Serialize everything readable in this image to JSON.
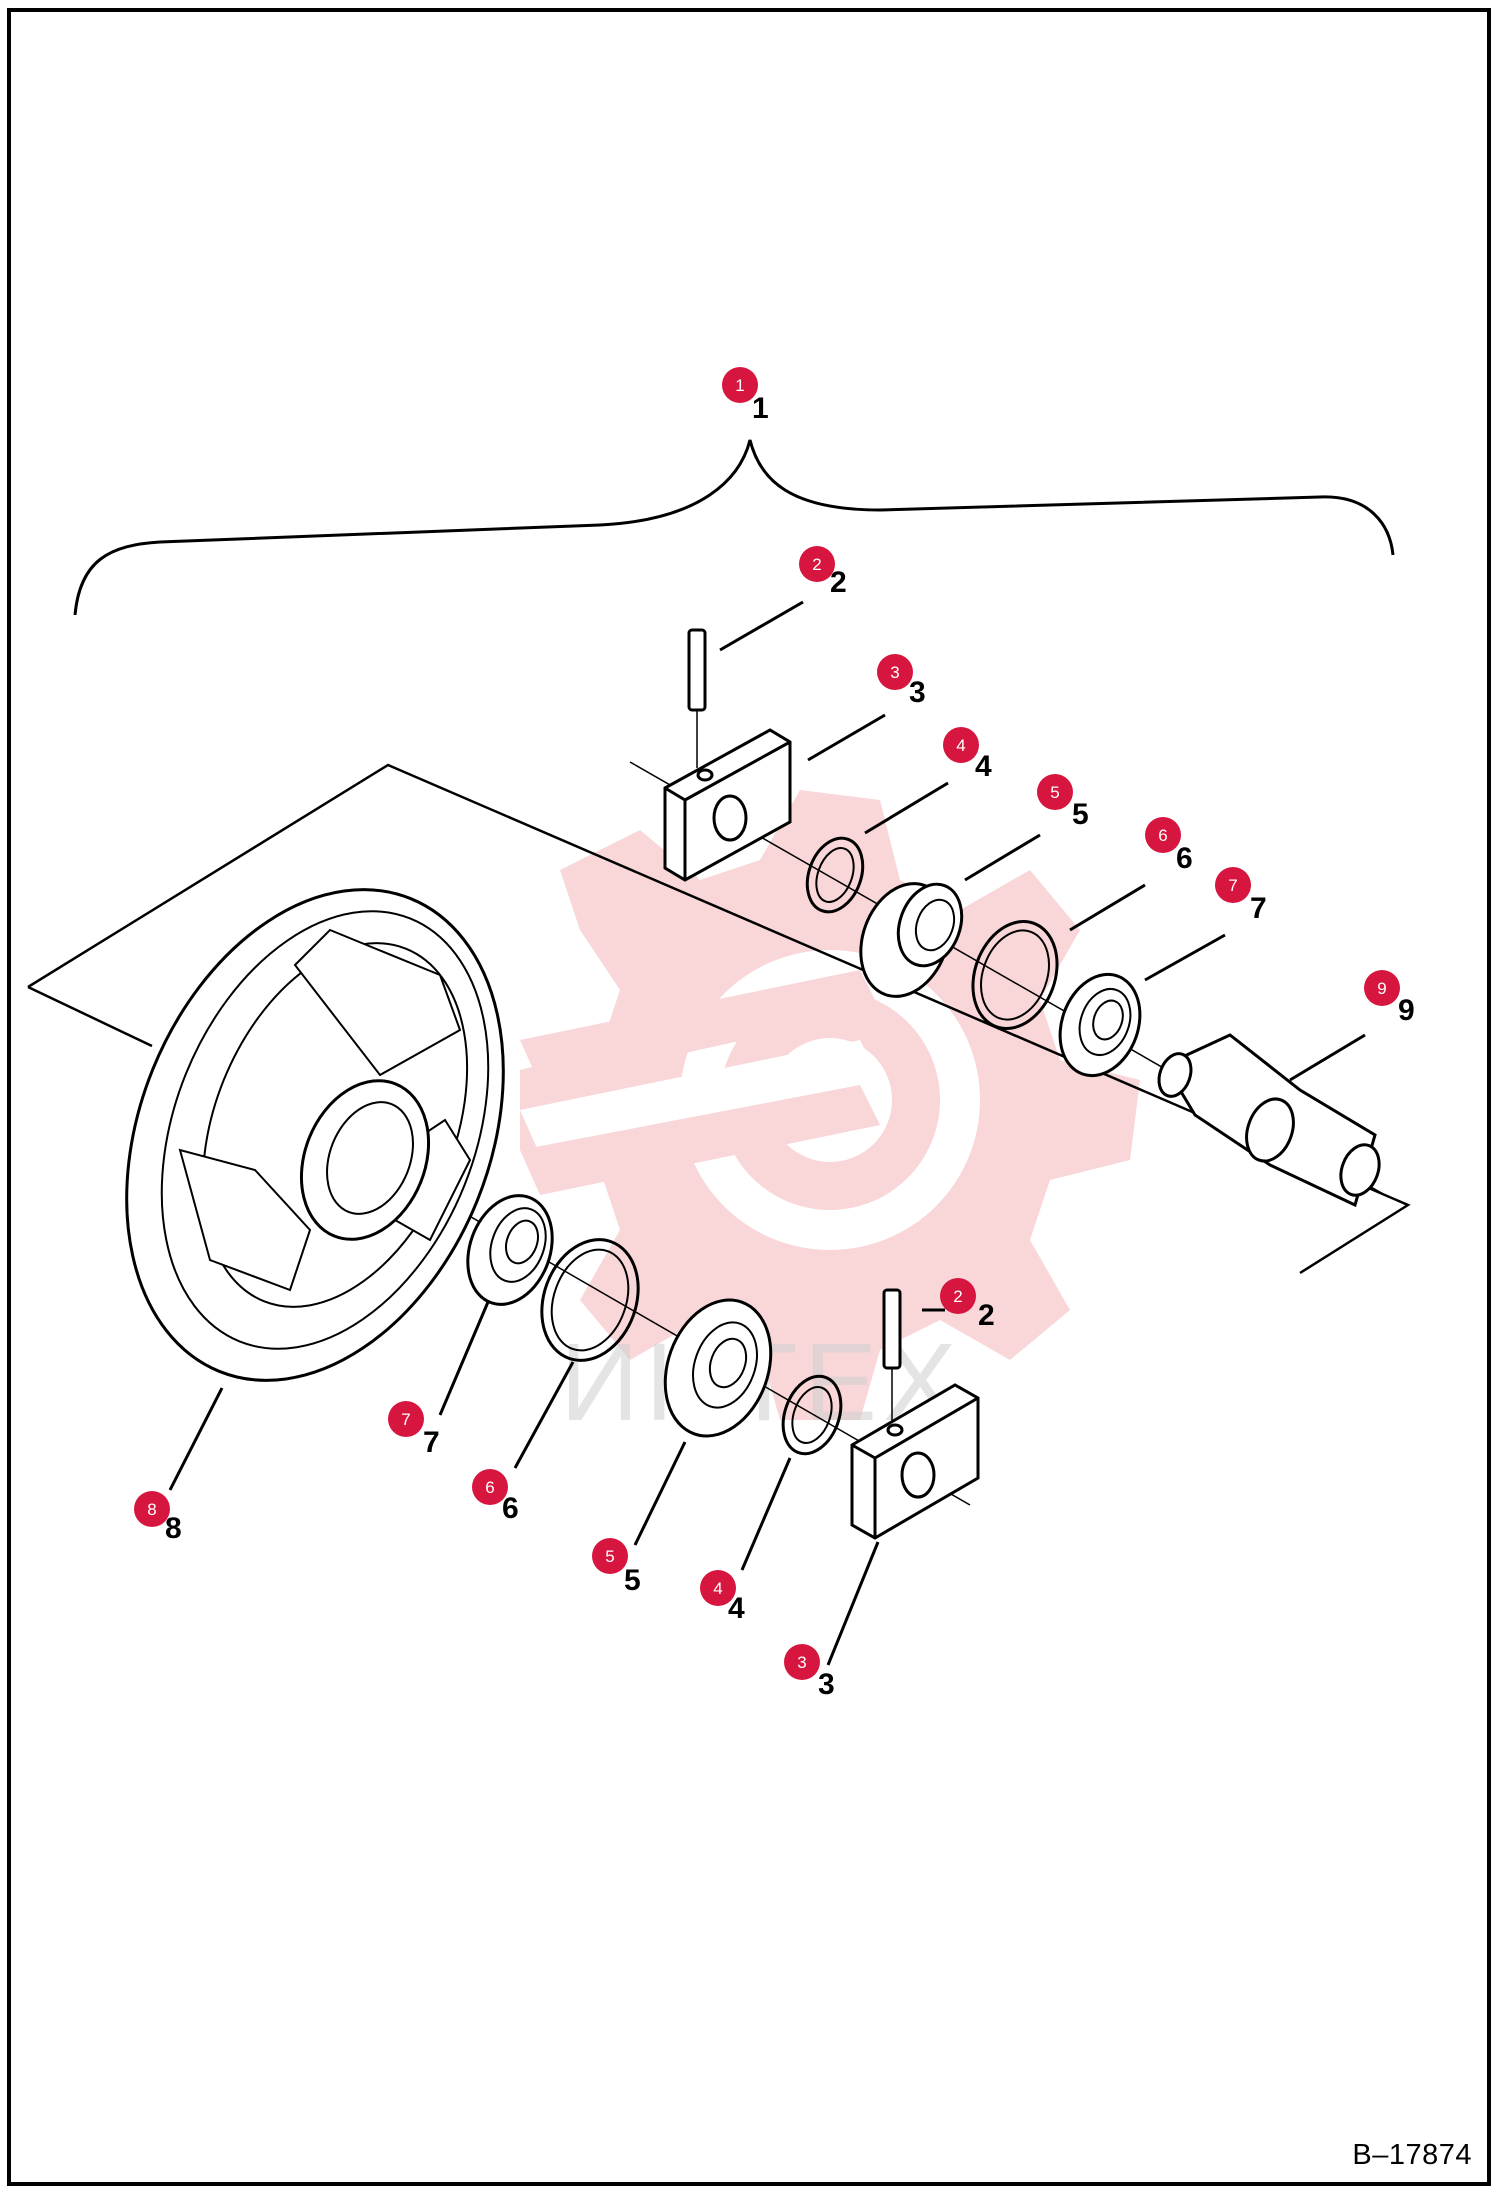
{
  "figure": {
    "code": "B–17874"
  },
  "watermark": {
    "text": "ИНТЕХ"
  },
  "colors": {
    "callout_fill": "#d6163f",
    "ink": "#000000",
    "watermark": "#f7c9cc"
  },
  "callouts": [
    {
      "num": "1"
    },
    {
      "num": "2"
    },
    {
      "num": "3"
    },
    {
      "num": "4"
    },
    {
      "num": "5"
    },
    {
      "num": "6"
    },
    {
      "num": "7"
    },
    {
      "num": "9"
    },
    {
      "num": "8"
    },
    {
      "num": "7"
    },
    {
      "num": "6"
    },
    {
      "num": "5"
    },
    {
      "num": "4"
    },
    {
      "num": "3"
    },
    {
      "num": "2"
    }
  ],
  "part_labels": [
    {
      "num": "1"
    },
    {
      "num": "2"
    },
    {
      "num": "3"
    },
    {
      "num": "4"
    },
    {
      "num": "5"
    },
    {
      "num": "6"
    },
    {
      "num": "7"
    },
    {
      "num": "9"
    },
    {
      "num": "8"
    },
    {
      "num": "7"
    },
    {
      "num": "6"
    },
    {
      "num": "5"
    },
    {
      "num": "4"
    },
    {
      "num": "3"
    },
    {
      "num": "2"
    }
  ]
}
